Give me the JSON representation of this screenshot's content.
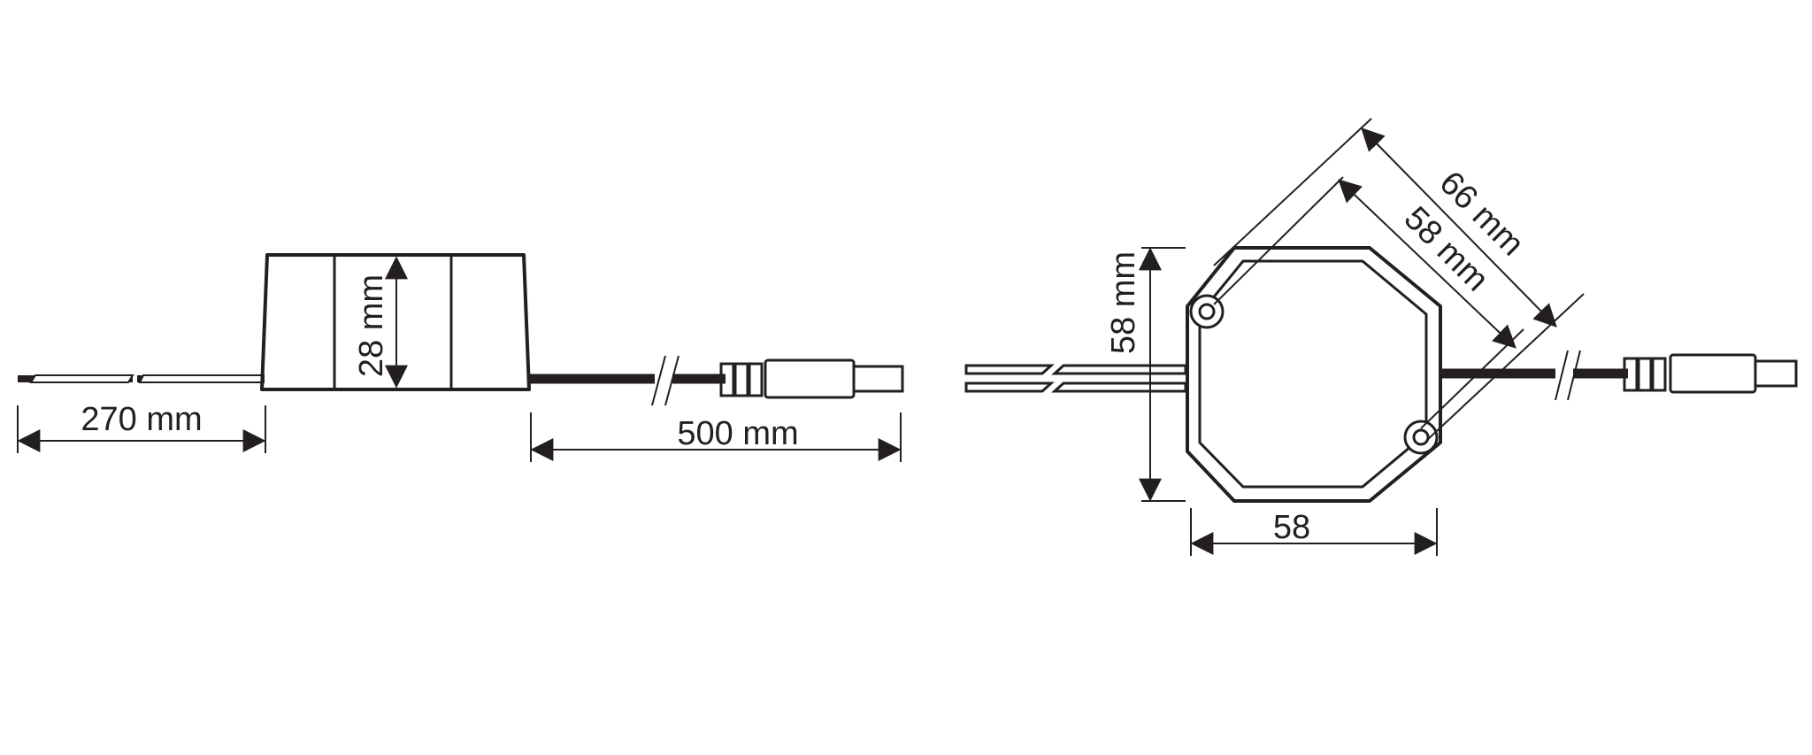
{
  "side_view": {
    "height_label": "28 mm",
    "input_cable_label": "270 mm",
    "output_cable_label": "500 mm"
  },
  "top_view": {
    "diagonal_outer_label": "66 mm",
    "diagonal_inner_label": "58 mm",
    "height_label": "58 mm",
    "width_label": "58"
  },
  "colors": {
    "line": "#231f20",
    "background": "#ffffff"
  }
}
